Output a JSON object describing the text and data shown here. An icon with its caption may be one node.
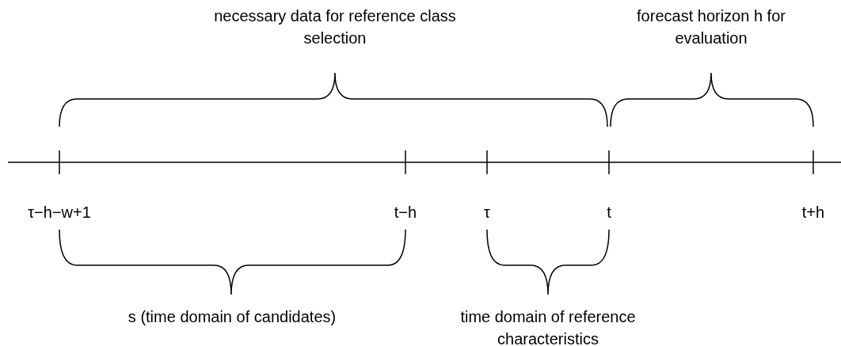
{
  "diagram": {
    "labels": [
      "necessary data for reference class selection",
      "forecast horizon h for evaluation",
      "τ−h−w+1",
      "t−h",
      "τ",
      "t",
      "t+h",
      "s (time domain of candidates)",
      "time domain of reference characteristics"
    ]
  }
}
